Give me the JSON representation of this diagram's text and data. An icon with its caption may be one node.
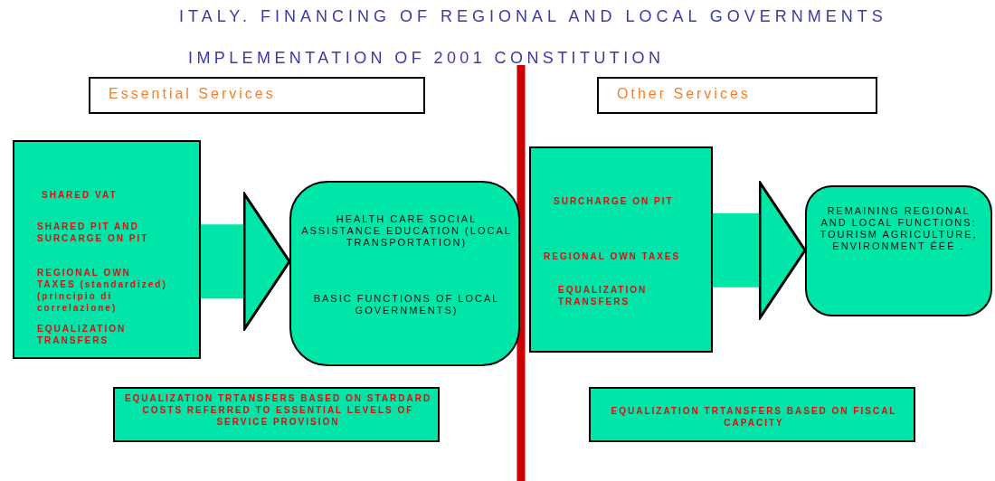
{
  "diagram": {
    "title": "ITALY. FINANCING OF REGIONAL AND LOCAL GOVERNMENTS",
    "nodes": [
      {
        "text": [
          "Essential Services"
        ]
      },
      {
        "text": [
          "SHARED VAT",
          "SHARED PIT AND SURCARGE ON PIT",
          "REGIONAL OWN TAXES (standardized) (principio di correlazione)",
          "EQUALIZATION TRANSFERS"
        ]
      },
      {
        "text": [
          "HEALTH CARE SOCIAL ASSISTANCE EDUCATION (LOCAL TRANSPORTATION)",
          "BASIC FUNCTIONS OF LOCAL GOVERNMENTS)"
        ]
      },
      {
        "text": [
          "EQUALIZATION TRTANSFERS BASED ON STARDARD COSTS REFERRED TO ESSENTIAL LEVELS OF SERVICE PROVISION"
        ]
      },
      {
        "text": [
          "Other Services"
        ]
      },
      {
        "text": [
          "SURCHARGE ON PIT",
          "REGIONAL OWN TAXES",
          "EQUALIZATION TRANSFERS"
        ]
      },
      {
        "text": [
          "REMAINING REGIONAL AND LOCAL FUNCTIONS: TOURISM AGRICULTURE, ENVIRONMENT ÉÉÉ ."
        ]
      },
      {
        "text": [
          "EQUALIZATION TRTANSFERS BASED ON FISCAL CAPACITY"
        ]
      }
    ],
    "edges": [
      {
        "from": 1,
        "to": 2,
        "arrow": "to"
      },
      {
        "from": 5,
        "to": 6,
        "arrow": "to"
      }
    ],
    "labels": [
      "IMPLEMENTATION OF 2001 CONSTITUTION"
    ]
  }
}
